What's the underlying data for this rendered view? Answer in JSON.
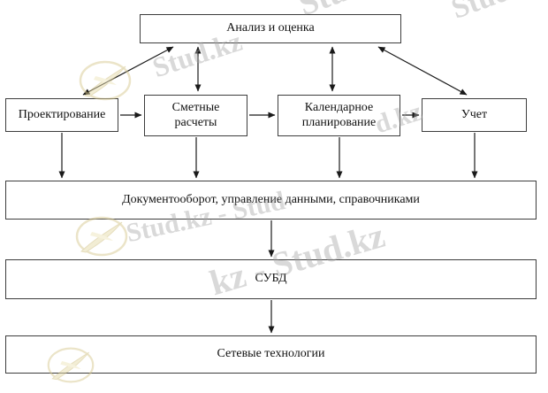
{
  "diagram": {
    "title": "Structural scheme: construction-management software subsystems",
    "nodes": {
      "analysis": {
        "label": "Анализ и оценка"
      },
      "design": {
        "label": "Проектирование"
      },
      "estimates": {
        "label": "Сметные расчеты"
      },
      "scheduling": {
        "label": "Календарное планирование"
      },
      "accounting": {
        "label": "Учет"
      },
      "docflow": {
        "label": "Документооборот, управление данными, справочниками"
      },
      "dbms": {
        "label": "СУБД"
      },
      "network": {
        "label": "Сетевые технологии"
      }
    },
    "edges": [
      {
        "from": "analysis",
        "to": "design",
        "type": "double"
      },
      {
        "from": "analysis",
        "to": "estimates",
        "type": "double"
      },
      {
        "from": "analysis",
        "to": "scheduling",
        "type": "double"
      },
      {
        "from": "analysis",
        "to": "accounting",
        "type": "double"
      },
      {
        "from": "design",
        "to": "estimates",
        "type": "single"
      },
      {
        "from": "estimates",
        "to": "scheduling",
        "type": "single"
      },
      {
        "from": "scheduling",
        "to": "accounting",
        "type": "single"
      },
      {
        "from": "design",
        "to": "docflow",
        "type": "single"
      },
      {
        "from": "estimates",
        "to": "docflow",
        "type": "single"
      },
      {
        "from": "scheduling",
        "to": "docflow",
        "type": "single"
      },
      {
        "from": "accounting",
        "to": "docflow",
        "type": "single"
      },
      {
        "from": "docflow",
        "to": "dbms",
        "type": "single"
      },
      {
        "from": "dbms",
        "to": "network",
        "type": "single"
      }
    ],
    "colors": {
      "box_border": "#3d3d3d",
      "arrow": "#1a1a1a",
      "watermark_text": "#a6a6a6",
      "watermark_gold": "#d9cb93"
    }
  },
  "watermark": {
    "items": [
      {
        "text": "Stud.kz"
      },
      {
        "text": "Stud"
      },
      {
        "text": "Stud.kz"
      },
      {
        "text": "d.kz"
      },
      {
        "text": "Stud.kz - Stud"
      },
      {
        "text": "kz - Stud.kz"
      }
    ]
  }
}
